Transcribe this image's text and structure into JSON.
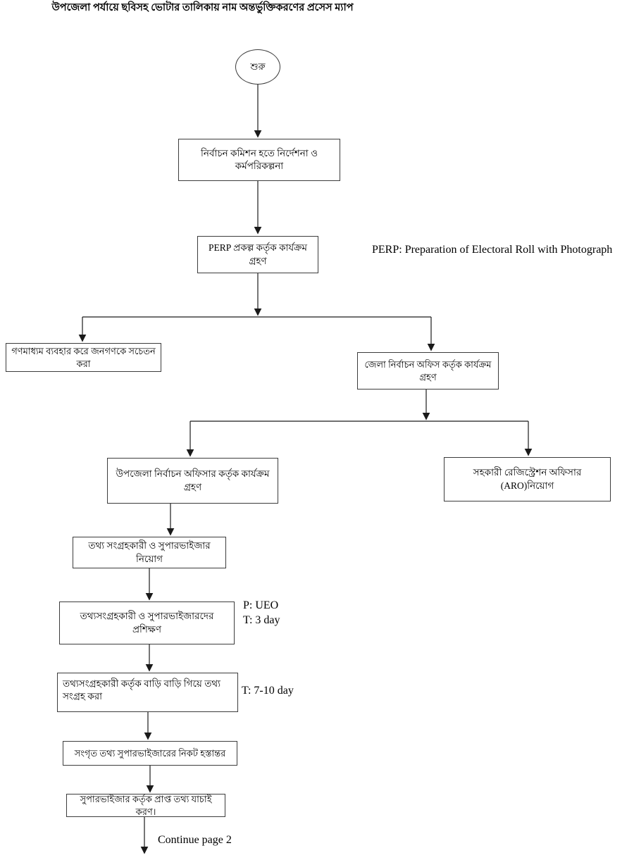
{
  "title": "উপজেলা পর্যায়ে ছবিসহ ভোটার তালিকায় নাম অন্তর্ভুক্তিকরণের প্রসেস ম্যাপ",
  "flowchart": {
    "start_label": "শুরু",
    "nodes": {
      "ec_directive": "নির্বাচন কমিশন হতে নির্দেশনা ও কর্মপরিকল্পনা",
      "perp_project": "PERP প্রকল্প কর্তৃক কার্যক্রম গ্রহণ",
      "mass_media": "গণমাধ্যম ব্যবহার করে জনগণকে সচেতন করা",
      "district_office": "জেলা নির্বাচন অফিস কর্তৃক কার্যক্রম গ্রহণ",
      "upazila_officer": "উপজেলা নির্বাচন অফিসার কর্তৃক কার্যক্রম গ্রহণ",
      "aro_appointment": "সহকারী রেজিস্ট্রেশন অফিসার (ARO)নিয়োগ",
      "enumerator_appointment": "তথ্য সংগ্রহকারী ও সুপারভাইজার নিয়োগ",
      "training": "তথ্যসংগ্রহকারী ও সুপারভাইজারদের প্রশিক্ষণ",
      "house_to_house_collection": "তথ্যসংগ্রহকারী কর্তৃক বাড়ি বাড়ি গিয়ে তথ্য সংগ্রহ করা",
      "handover_to_supervisor": "সংগৃত তথ্য সুপারভাইজারের নিকট হস্তান্তর",
      "verification": "সুপারভাইজার কর্তৃক প্রাপ্ত তথ্য যাচাই করণ।"
    },
    "annotations": {
      "perp_definition": "PERP: Preparation of Electoral Roll with Photograph",
      "training_note": "P: UEO\nT: 3 day",
      "collection_time_note": "T: 7-10 day",
      "continue_note": "Continue page 2"
    }
  },
  "colors": {
    "background": "#ffffff",
    "line": "#1a1a1a",
    "box_border": "#3c3c3c",
    "text": "#000000"
  }
}
